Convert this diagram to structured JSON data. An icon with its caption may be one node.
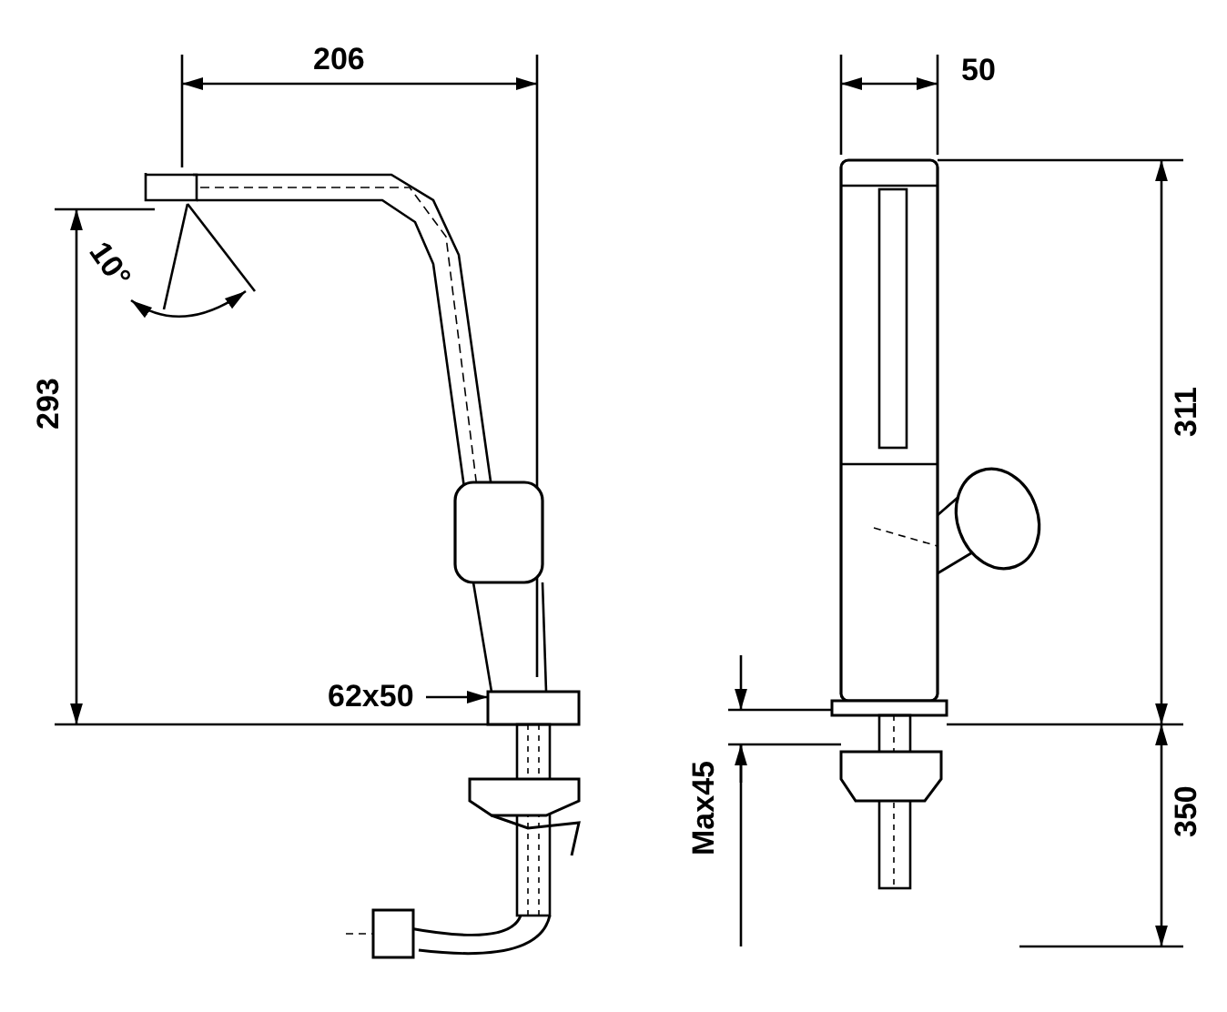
{
  "diagram": {
    "labels": [
      "206",
      "10°",
      "293",
      "62x50",
      "50",
      "311",
      "Max45",
      "350"
    ]
  }
}
